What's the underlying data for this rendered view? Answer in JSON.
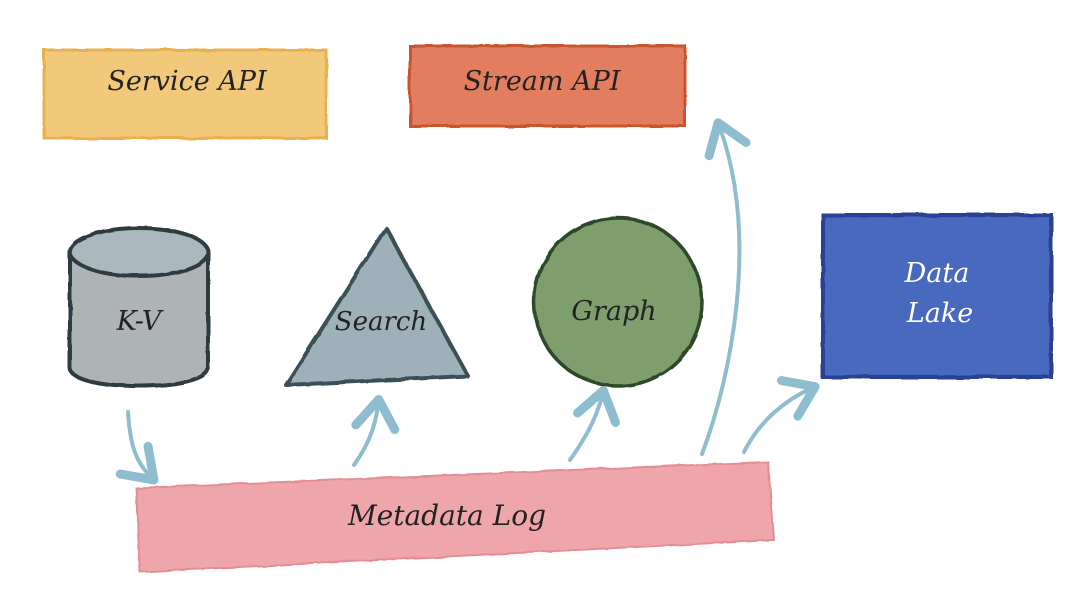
{
  "diagram": {
    "labels": {
      "service_api": "Service API",
      "stream_api": "Stream API",
      "kv": "K-V",
      "search": "Search",
      "graph": "Graph",
      "data_lake_line1": "Data",
      "data_lake_line2": "Lake",
      "metadata_log": "Metadata Log"
    },
    "colors": {
      "service_api": "#F2C97A",
      "stream_api": "#E27E5E",
      "kv": "#AEB3B6",
      "search": "#9FB1B8",
      "graph": "#7E9E6E",
      "data_lake": "#4A69BE",
      "metadata_log": "#EEA6AA",
      "arrows": "#8FBDD0"
    }
  }
}
